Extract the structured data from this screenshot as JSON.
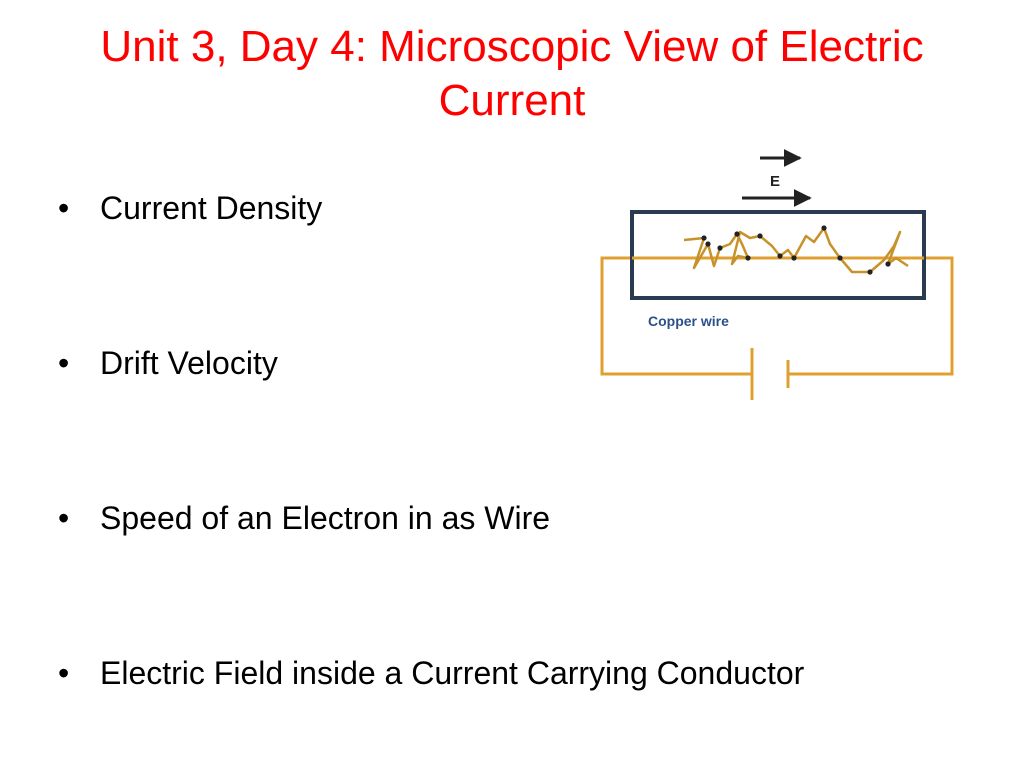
{
  "slide": {
    "title": "Unit 3, Day 4: Microscopic View of Electric Current",
    "bullet_symbol": "•",
    "bullets": [
      "Current Density",
      "Drift Velocity",
      "Speed of an Electron in as Wire",
      "Electric Field inside a Current Carrying Conductor"
    ]
  },
  "diagram": {
    "field_label": "E",
    "wire_label": "Copper wire",
    "colors": {
      "wire": "#e0a030",
      "box": "#2a3a50",
      "label": "#2d4f8a",
      "arrow": "#222222"
    }
  }
}
